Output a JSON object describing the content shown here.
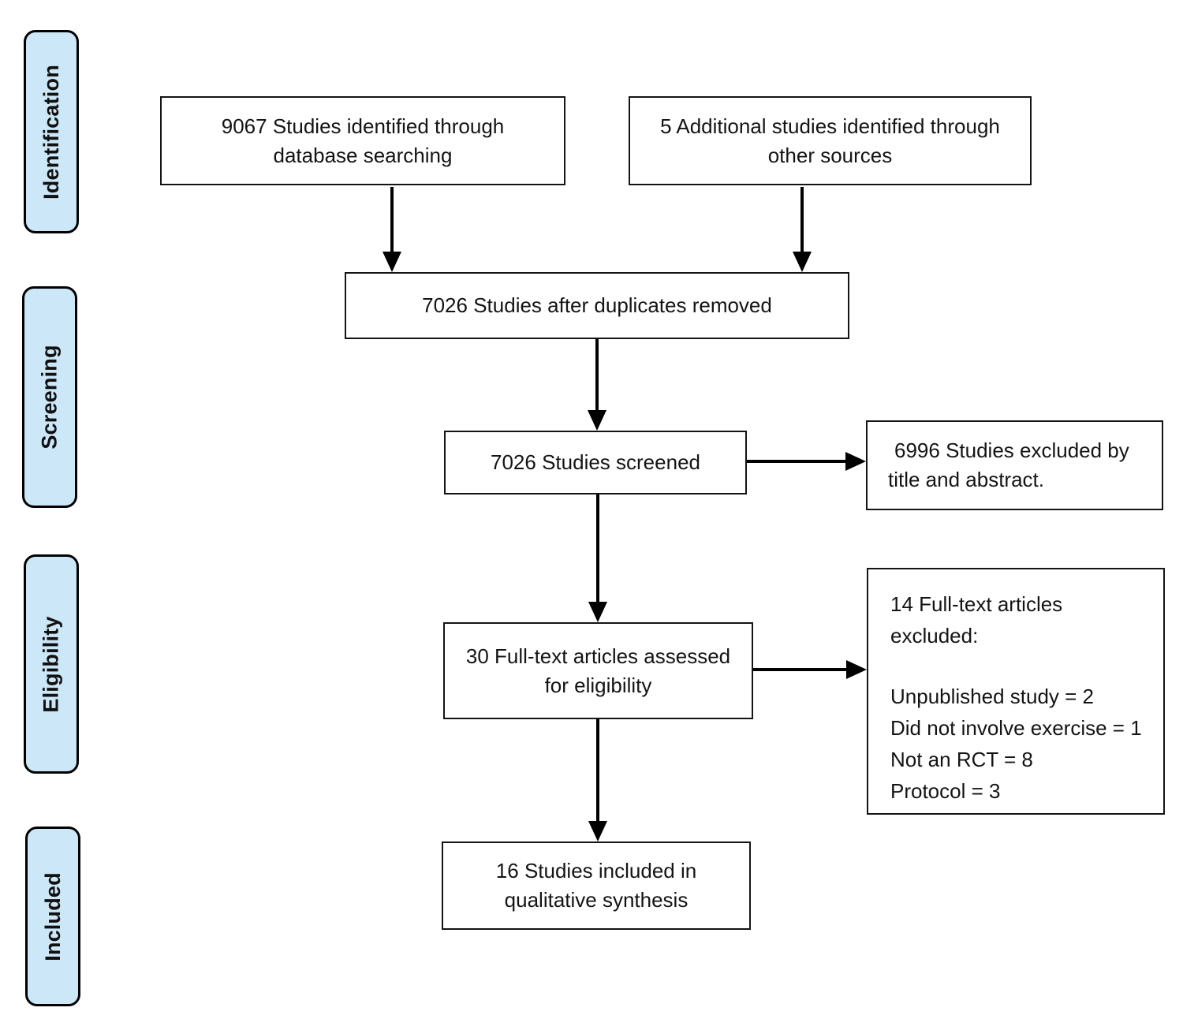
{
  "colors": {
    "stage_fill": "#CBE7F8",
    "stage_border": "#000000",
    "node_border": "#141414",
    "arrow": "#000000",
    "background": "#FFFFFF"
  },
  "stages": [
    {
      "id": "identification",
      "label": "Identification"
    },
    {
      "id": "screening",
      "label": "Screening"
    },
    {
      "id": "eligibility",
      "label": "Eligibility"
    },
    {
      "id": "included",
      "label": "Included"
    }
  ],
  "nodes": {
    "db_search": {
      "text": "9067 Studies identified through\ndatabase searching"
    },
    "other_sources": {
      "text": "5 Additional studies identified through\nother sources"
    },
    "after_duplicates": {
      "text": "7026 Studies after duplicates removed"
    },
    "screened": {
      "text": "7026 Studies screened"
    },
    "excluded_title_abstract": {
      "text": "6996 Studies excluded by\ntitle and abstract."
    },
    "fulltext_assessed": {
      "text": "30 Full-text articles assessed\nfor eligibility"
    },
    "fulltext_excluded": {
      "heading": "14 Full-text articles\nexcluded:",
      "reasons": [
        "Unpublished study = 2",
        "Did not involve exercise = 1",
        "Not an RCT = 8",
        "Protocol = 3"
      ]
    },
    "included_qualitative": {
      "text": "16 Studies included in\nqualitative synthesis"
    }
  },
  "edges": [
    {
      "from": "db_search",
      "to": "after_duplicates"
    },
    {
      "from": "other_sources",
      "to": "after_duplicates"
    },
    {
      "from": "after_duplicates",
      "to": "screened"
    },
    {
      "from": "screened",
      "to": "excluded_title_abstract"
    },
    {
      "from": "screened",
      "to": "fulltext_assessed"
    },
    {
      "from": "fulltext_assessed",
      "to": "fulltext_excluded"
    },
    {
      "from": "fulltext_assessed",
      "to": "included_qualitative"
    }
  ]
}
